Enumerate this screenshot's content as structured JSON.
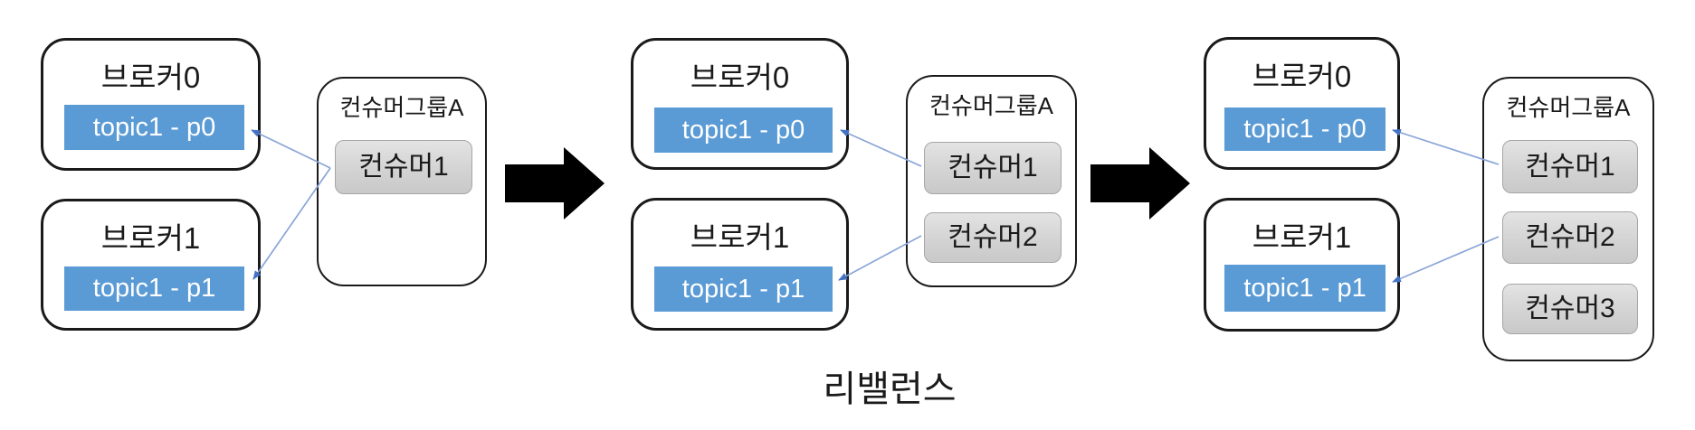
{
  "caption": "리밸런스",
  "colors": {
    "partition_fill": "#5B9BD5",
    "partition_text": "#ffffff",
    "consumer_fill": "#d9d9d9",
    "consumer_border": "#a6a6a6",
    "box_border": "#1a1a1a",
    "assign_arrow_line": "#8aa5d8",
    "assign_arrow_head": "#4472C4",
    "transition_arrow": "#000000"
  },
  "panels": [
    {
      "stage": "one-consumer",
      "brokers": [
        {
          "title": "브로커0",
          "partition": "topic1 - p0"
        },
        {
          "title": "브로커1",
          "partition": "topic1 - p1"
        }
      ],
      "group": {
        "title": "컨슈머그룹A",
        "consumers": [
          "컨슈머1"
        ]
      }
    },
    {
      "stage": "two-consumers",
      "brokers": [
        {
          "title": "브로커0",
          "partition": "topic1 - p0"
        },
        {
          "title": "브로커1",
          "partition": "topic1 - p1"
        }
      ],
      "group": {
        "title": "컨슈머그룹A",
        "consumers": [
          "컨슈머1",
          "컨슈머2"
        ]
      }
    },
    {
      "stage": "three-consumers",
      "brokers": [
        {
          "title": "브로커0",
          "partition": "topic1 - p0"
        },
        {
          "title": "브로커1",
          "partition": "topic1 - p1"
        }
      ],
      "group": {
        "title": "컨슈머그룹A",
        "consumers": [
          "컨슈머1",
          "컨슈머2",
          "컨슈머3"
        ]
      }
    }
  ]
}
